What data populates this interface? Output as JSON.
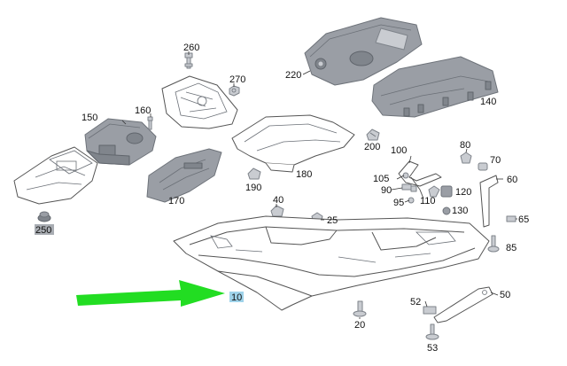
{
  "diagram": {
    "callouts": [
      {
        "id": "260",
        "label": "260"
      },
      {
        "id": "270",
        "label": "270"
      },
      {
        "id": "220",
        "label": "220"
      },
      {
        "id": "140",
        "label": "140"
      },
      {
        "id": "150",
        "label": "150"
      },
      {
        "id": "160",
        "label": "160"
      },
      {
        "id": "180",
        "label": "180"
      },
      {
        "id": "200",
        "label": "200"
      },
      {
        "id": "100",
        "label": "100"
      },
      {
        "id": "80",
        "label": "80"
      },
      {
        "id": "70",
        "label": "70"
      },
      {
        "id": "105",
        "label": "105"
      },
      {
        "id": "90",
        "label": "90"
      },
      {
        "id": "120",
        "label": "120"
      },
      {
        "id": "60",
        "label": "60"
      },
      {
        "id": "95",
        "label": "95"
      },
      {
        "id": "110",
        "label": "110"
      },
      {
        "id": "130",
        "label": "130"
      },
      {
        "id": "170",
        "label": "170"
      },
      {
        "id": "190",
        "label": "190"
      },
      {
        "id": "40",
        "label": "40"
      },
      {
        "id": "25",
        "label": "25"
      },
      {
        "id": "65",
        "label": "65"
      },
      {
        "id": "250",
        "label": "250"
      },
      {
        "id": "85",
        "label": "85"
      },
      {
        "id": "10",
        "label": "10"
      },
      {
        "id": "50",
        "label": "50"
      },
      {
        "id": "52",
        "label": "52"
      },
      {
        "id": "20",
        "label": "20"
      },
      {
        "id": "53",
        "label": "53"
      }
    ],
    "highlight_color": "#9fd3ea",
    "arrow_color": "#22dd22",
    "gray_label_color": "#a9adb3"
  }
}
